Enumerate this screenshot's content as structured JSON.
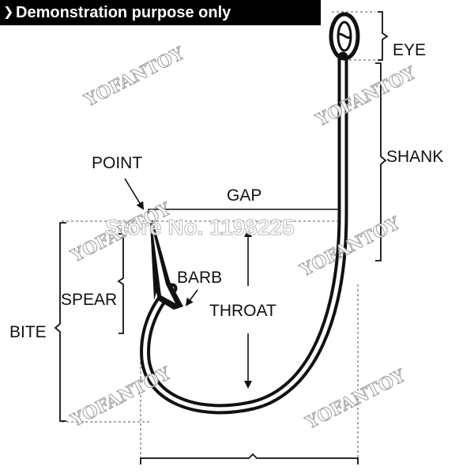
{
  "banner": {
    "text": "Demonstration purpose only"
  },
  "labels": {
    "eye": "EYE",
    "shank": "SHANK",
    "point": "POINT",
    "gap": "GAP",
    "barb": "BARB",
    "spear": "SPEAR",
    "throat": "THROAT",
    "bite": "BITE"
  },
  "watermarks": {
    "brand": "YOFANTOY",
    "store": "Store No. 1198225"
  },
  "colors": {
    "ink": "#111111",
    "banner_bg": "#000000",
    "banner_text": "#ffffff",
    "dashed": "#555555"
  }
}
